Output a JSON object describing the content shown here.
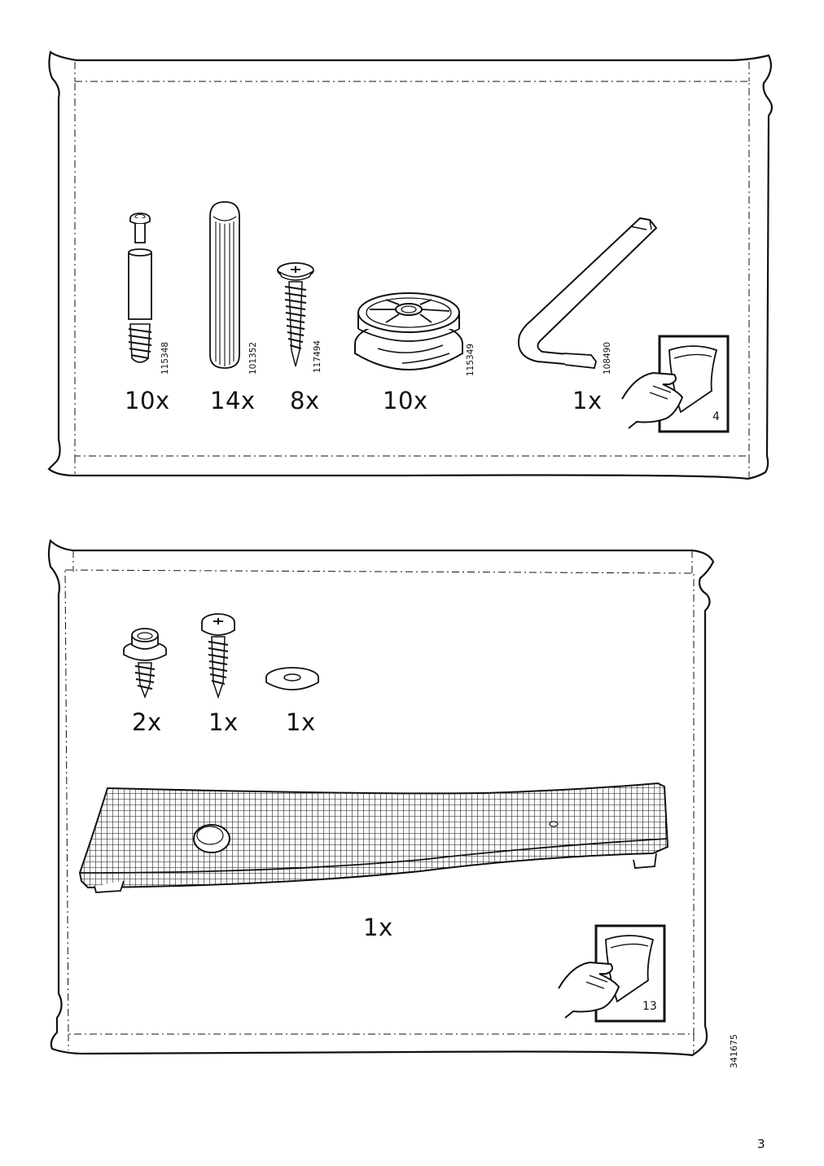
{
  "page_number": "3",
  "document_id": "341675",
  "bag1": {
    "parts": [
      {
        "icon": "cam-bolt-icon",
        "article": "115348",
        "qty": "10x"
      },
      {
        "icon": "wooden-dowel-icon",
        "article": "101352",
        "qty": "14x"
      },
      {
        "icon": "screw-icon",
        "article": "117494",
        "qty": "8x"
      },
      {
        "icon": "cam-lock-icon",
        "article": "115349",
        "qty": "10x"
      },
      {
        "icon": "allen-key-icon",
        "article": "108490",
        "qty": "1x"
      }
    ],
    "turn_page": {
      "icon": "turn-page-icon",
      "page": "4"
    }
  },
  "bag2": {
    "parts": [
      {
        "icon": "screw-with-washer-icon",
        "qty": "2x"
      },
      {
        "icon": "pan-head-screw-icon",
        "qty": "1x"
      },
      {
        "icon": "flat-washer-icon",
        "qty": "1x"
      },
      {
        "icon": "mesh-panel-icon",
        "qty": "1x"
      }
    ],
    "turn_page": {
      "icon": "turn-page-icon",
      "page": "13"
    }
  }
}
